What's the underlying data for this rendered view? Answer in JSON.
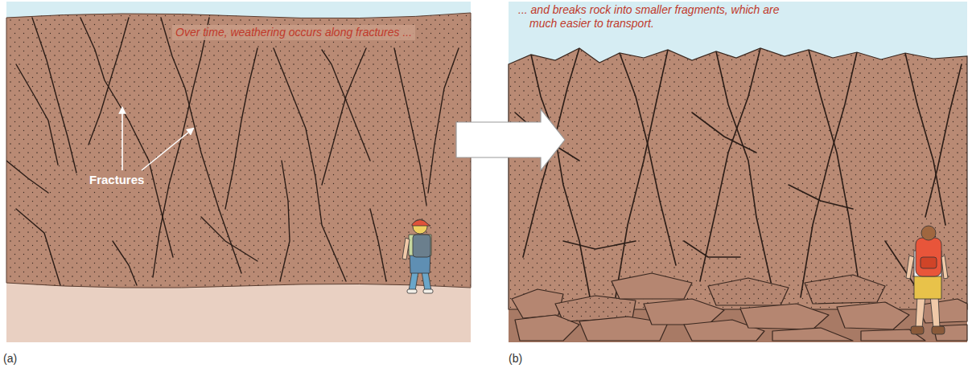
{
  "diagram": {
    "labels": [
      "Over time, weathering occurs along fractures ...",
      "Fractures",
      "... and breaks rock into smaller fragments, which are much easier to transport.",
      "(a)",
      "(b)"
    ]
  }
}
